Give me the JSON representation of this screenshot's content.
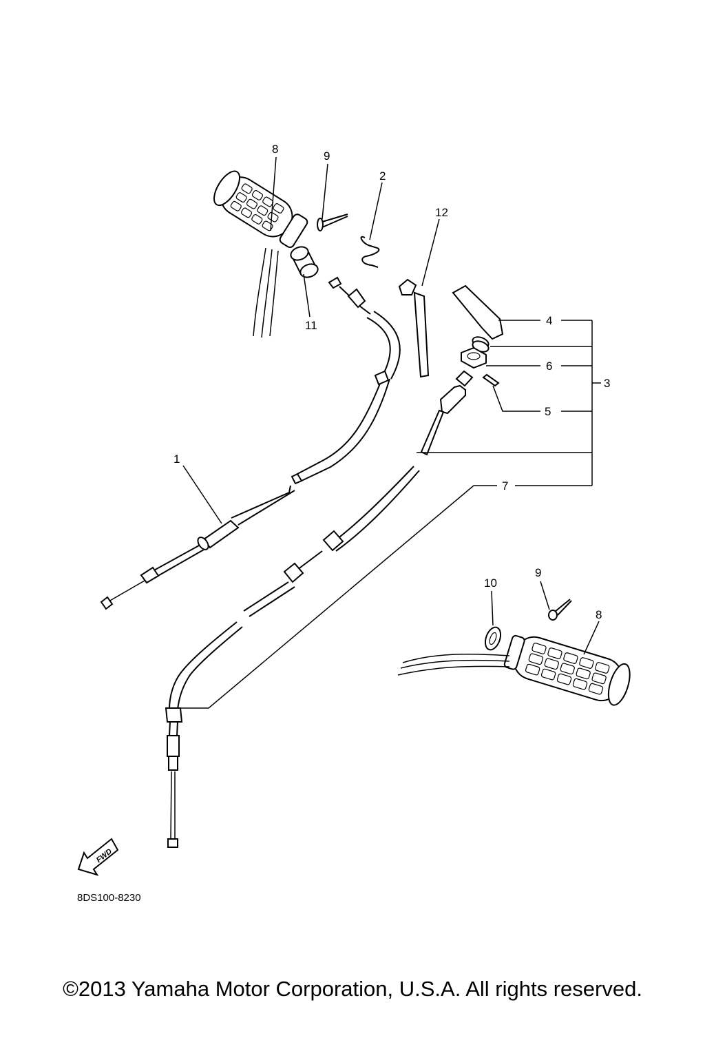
{
  "diagram": {
    "callouts": {
      "c1": "1",
      "c2": "2",
      "c3": "3",
      "c4": "4",
      "c5": "5",
      "c6": "6",
      "c7": "7",
      "c8_top": "8",
      "c8_bottom": "8",
      "c9_top": "9",
      "c9_bottom": "9",
      "c10": "10",
      "c11": "11",
      "c12": "12"
    },
    "fwd_label": "FWD",
    "part_code": "8DS100-8230"
  },
  "footer": {
    "copyright": "©2013 Yamaha Motor Corporation, U.S.A. All rights reserved."
  }
}
